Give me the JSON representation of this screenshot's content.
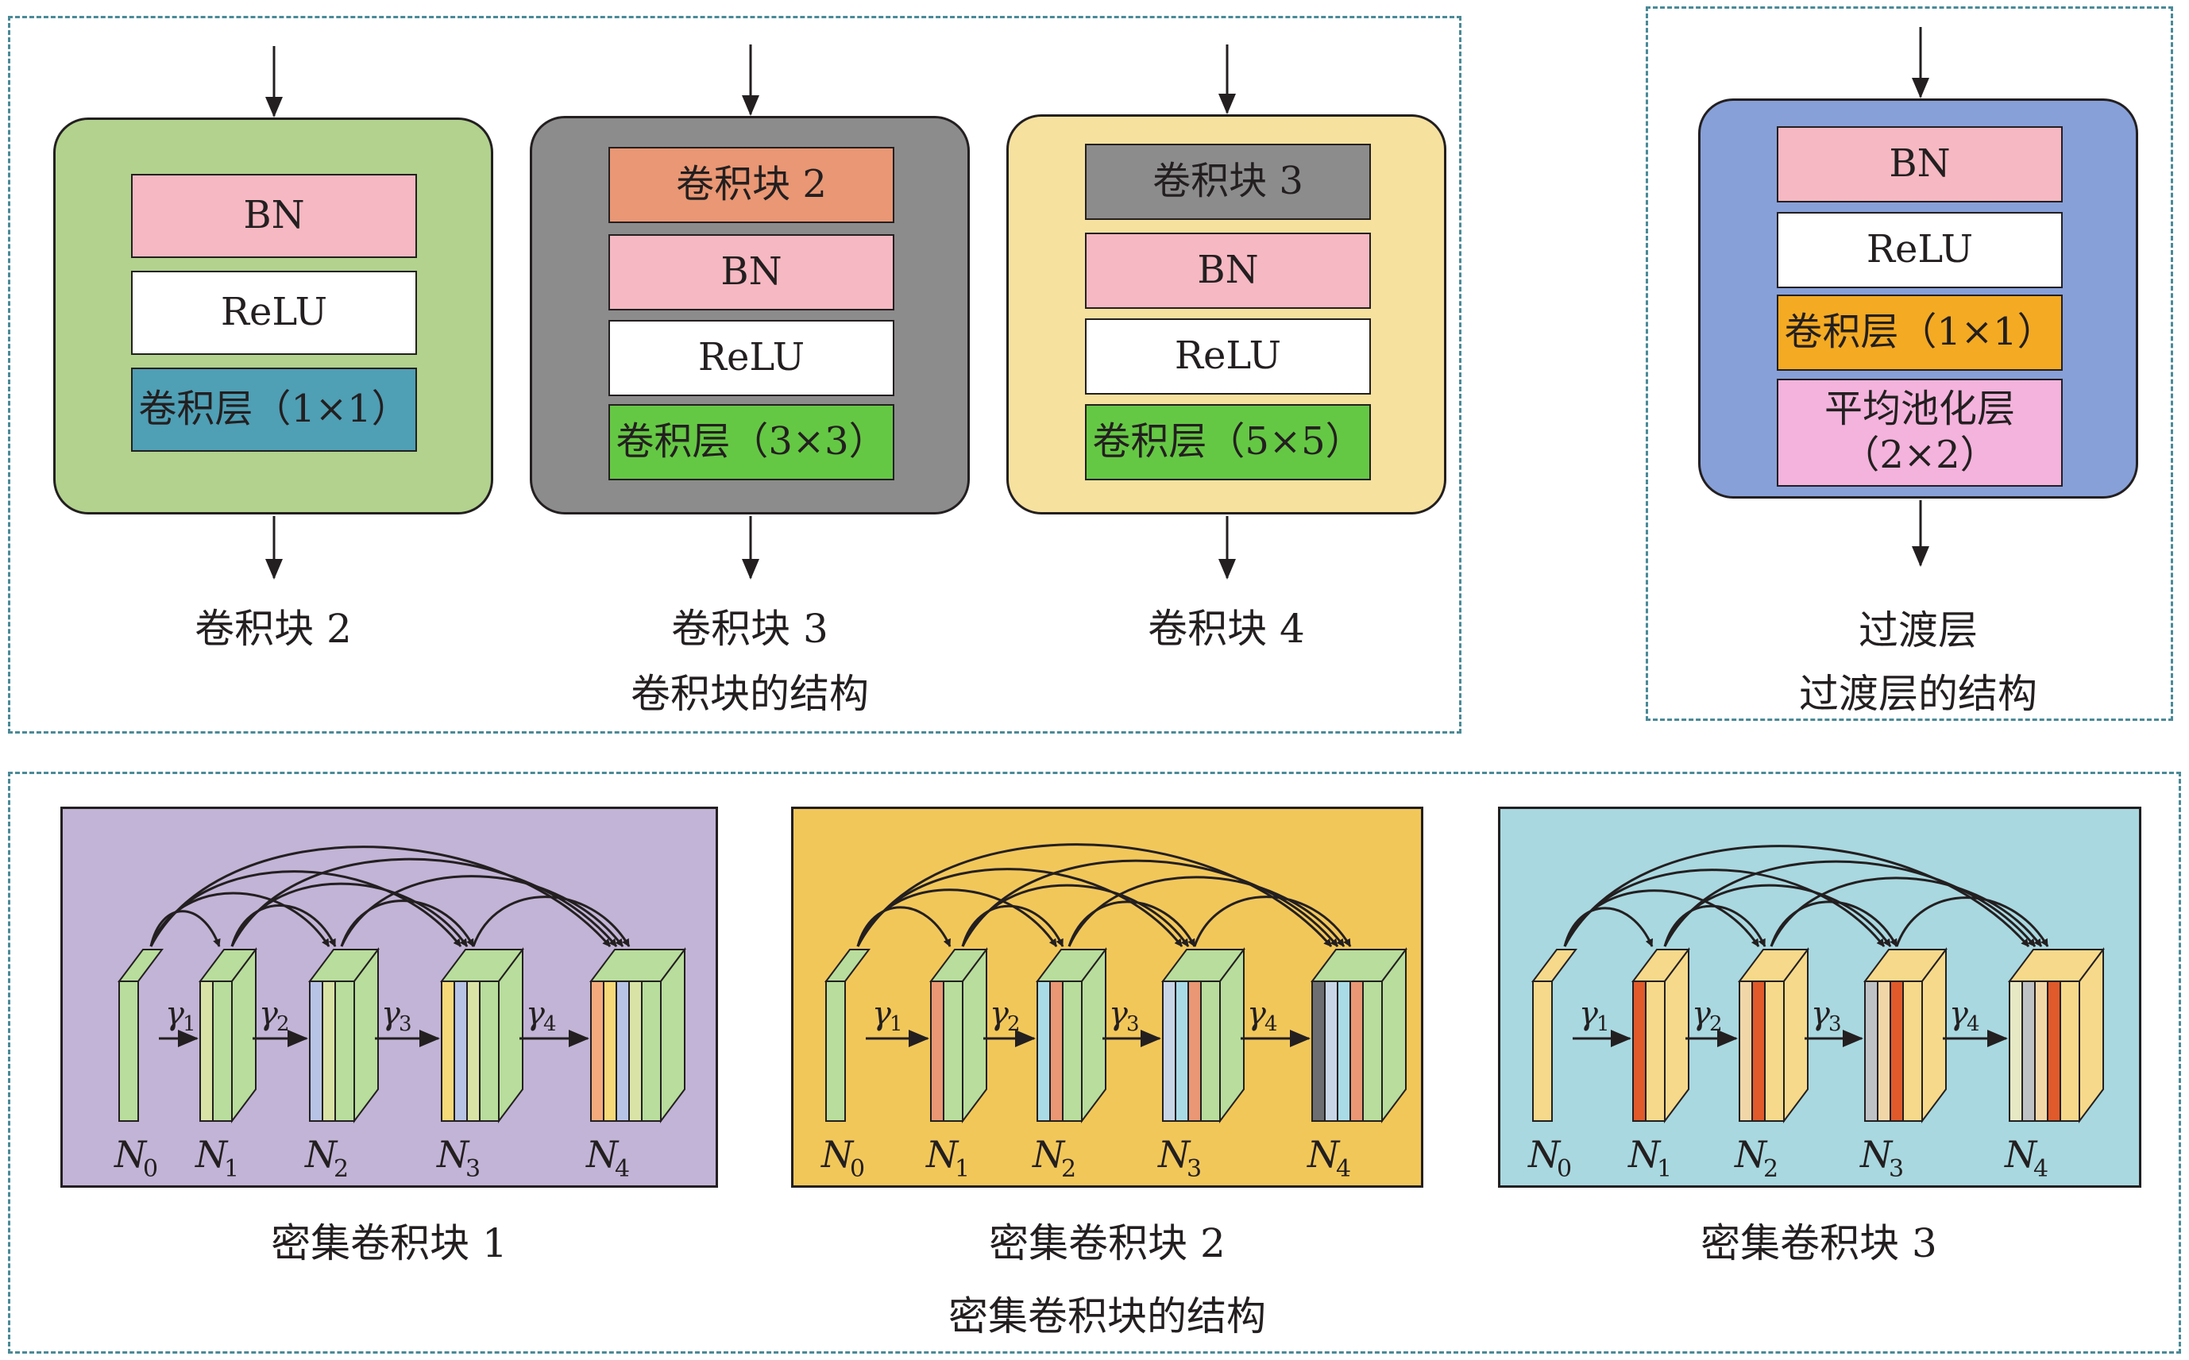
{
  "colors": {
    "panel_border": "#4a8a97",
    "block2_bg": "#b2d28e",
    "block3_bg": "#8d8c8d",
    "block4_bg": "#f6e19f",
    "transition_bg": "#87a0d8",
    "bn": "#f6b8c2",
    "relu": "#ffffff",
    "conv1": "#4f9fb5",
    "conv3": "#65c844",
    "conv_block2": "#e99774",
    "conv_block3": "#8d8c8d",
    "conv_trans": "#f4aa23",
    "pool": "#f3b3dc",
    "dense1_bg": "#c2b4d6",
    "dense2_bg": "#f2c75a",
    "dense3_bg": "#a9d8e0"
  },
  "conv_blocks": {
    "caption": "卷积块的结构",
    "block2": {
      "caption": "卷积块 2",
      "layers": [
        "BN",
        "ReLU",
        "卷积层（1×1）"
      ]
    },
    "block3": {
      "caption": "卷积块 3",
      "layers": [
        "卷积块 2",
        "BN",
        "ReLU",
        "卷积层（3×3）"
      ]
    },
    "block4": {
      "caption": "卷积块 4",
      "layers": [
        "卷积块 3",
        "BN",
        "ReLU",
        "卷积层（5×5）"
      ]
    }
  },
  "transition": {
    "caption": "过渡层的结构",
    "block_caption": "过渡层",
    "layers": [
      "BN",
      "ReLU",
      "卷积层（1×1）",
      "平均池化层",
      "（2×2）"
    ]
  },
  "dense_blocks": {
    "caption": "密集卷积块的结构",
    "items": [
      {
        "caption": "密集卷积块 1",
        "stripes": [
          "#f4aa7d",
          "#f6d978",
          "#b8c4e6",
          "#d9e3a6",
          "#9fb7e0"
        ],
        "base": "#b8dd9c"
      },
      {
        "caption": "密集卷积块 2",
        "stripes": [
          "#6d6e71",
          "#c8d6e8",
          "#a9dbe6",
          "#e99774",
          "#c8e6c0"
        ],
        "base": "#b8dd9c"
      },
      {
        "caption": "密集卷积块 3",
        "stripes": [
          "#e7e9c4",
          "#bfc2c4",
          "#f1d7a8",
          "#e05a2b",
          "#f6e8b5"
        ],
        "base": "#f6d98a"
      }
    ],
    "node_labels": [
      "N",
      "N",
      "N",
      "N",
      "N"
    ],
    "node_subs": [
      "0",
      "1",
      "2",
      "3",
      "4"
    ],
    "gamma": "γ",
    "gamma_subs": [
      "1",
      "2",
      "3",
      "4"
    ]
  }
}
